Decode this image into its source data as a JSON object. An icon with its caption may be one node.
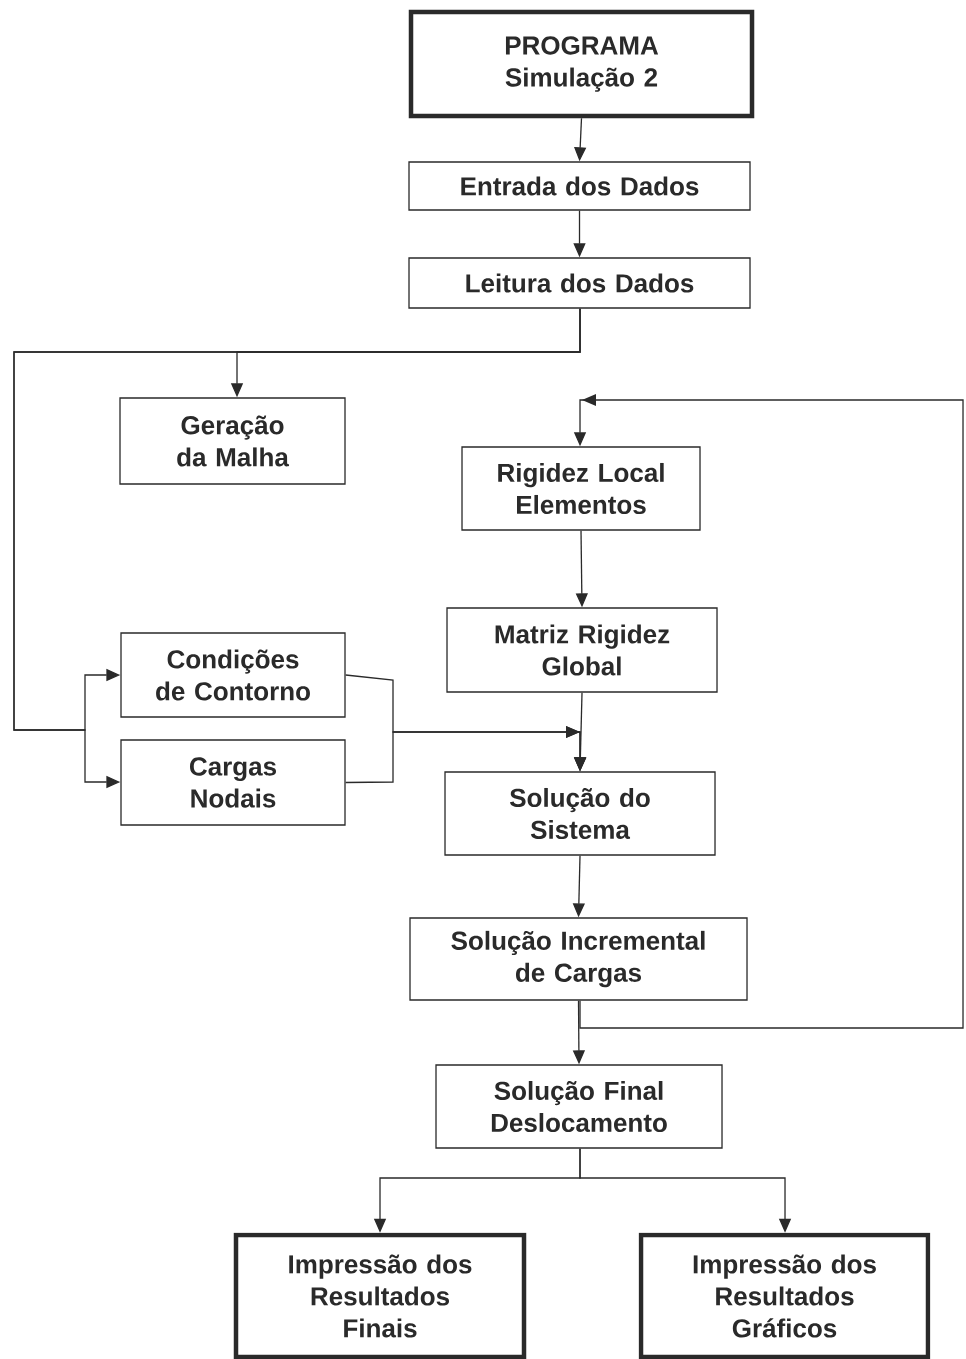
{
  "diagram": {
    "nodes": [
      {
        "text": [
          "PROGRAMA",
          "Simulação 2"
        ]
      },
      {
        "text": [
          "Entrada dos Dados"
        ]
      },
      {
        "text": [
          "Leitura dos Dados"
        ]
      },
      {
        "text": [
          "Geração da Malha"
        ]
      },
      {
        "text": [
          "Rigidez Local Elementos"
        ]
      },
      {
        "text": [
          "Matriz Rigidez Global"
        ]
      },
      {
        "text": [
          "Condições de Contorno"
        ]
      },
      {
        "text": [
          "Cargas Nodais"
        ]
      },
      {
        "text": [
          "Solução do Sistema"
        ]
      },
      {
        "text": [
          "Solução Incremental de Cargas"
        ]
      },
      {
        "text": [
          "Solução Final Deslocamento"
        ]
      },
      {
        "text": [
          "Impressão dos Resultados Finais"
        ]
      },
      {
        "text": [
          "Impressão dos Resultados Gráficos"
        ]
      }
    ],
    "edges": [
      {
        "from": 0,
        "to": 1,
        "arrow": "to"
      },
      {
        "from": 1,
        "to": 2,
        "arrow": "to"
      },
      {
        "from": 2,
        "to": 3,
        "arrow": "to"
      },
      {
        "from": 2,
        "to": 6,
        "arrow": "to"
      },
      {
        "from": 2,
        "to": 7,
        "arrow": "to"
      },
      {
        "from": 4,
        "to": 5,
        "arrow": "to"
      },
      {
        "from": 5,
        "to": 8,
        "arrow": "to"
      },
      {
        "from": 6,
        "to": 8,
        "arrow": "to"
      },
      {
        "from": 7,
        "to": 8,
        "arrow": "to"
      },
      {
        "from": 8,
        "to": 9,
        "arrow": "to"
      },
      {
        "from": 9,
        "to": 10,
        "arrow": "to"
      },
      {
        "from": 9,
        "to": 4,
        "arrow": "to"
      },
      {
        "from": 10,
        "to": 11,
        "arrow": "to"
      },
      {
        "from": 10,
        "to": 12,
        "arrow": "to"
      }
    ]
  }
}
